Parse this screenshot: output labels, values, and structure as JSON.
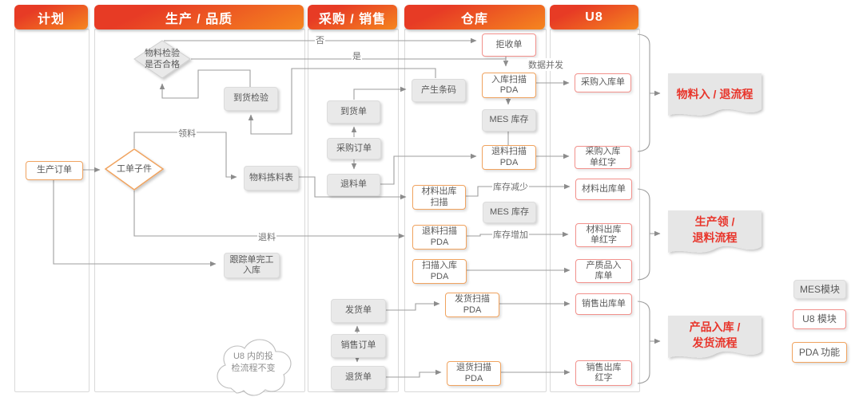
{
  "lanes": [
    {
      "id": "plan",
      "label": "计划"
    },
    {
      "id": "production_quality",
      "label": "生产 / 品质"
    },
    {
      "id": "purchase_sales",
      "label": "采购 / 销售"
    },
    {
      "id": "warehouse",
      "label": "仓库"
    },
    {
      "id": "u8",
      "label": "U8"
    }
  ],
  "nodes": {
    "production_order": {
      "label": "生产订单"
    },
    "work_order_parts": {
      "label": "工单子件"
    },
    "material_inspection": {
      "label": "物料检验\n是否合格"
    },
    "arrival_inspection": {
      "label": "到货检验"
    },
    "material_picking_list": {
      "label": "物料拣料表"
    },
    "tracking_completion": {
      "label": "跟踪单完工\n入库"
    },
    "cloud_note": {
      "label": "U8 内的投\n检流程不变"
    },
    "arrival_note": {
      "label": "到货单"
    },
    "purchase_order": {
      "label": "采购订单"
    },
    "material_return_note": {
      "label": "退料单"
    },
    "delivery_note": {
      "label": "发货单"
    },
    "sales_order": {
      "label": "销售订单"
    },
    "sales_return_note": {
      "label": "退货单"
    },
    "reject_note": {
      "label": "拒收单"
    },
    "generate_barcode": {
      "label": "产生条码"
    },
    "inbound_scan_pda": {
      "label": "入库扫描\nPDA"
    },
    "mes_inventory_1": {
      "label": "MES 库存"
    },
    "return_scan_pda_1": {
      "label": "退料扫描\nPDA"
    },
    "material_outbound_scan": {
      "label": "材料出库\n扫描"
    },
    "mes_inventory_2": {
      "label": "MES 库存"
    },
    "return_scan_pda_2": {
      "label": "退料扫描\nPDA"
    },
    "scan_inbound_pda": {
      "label": "扫描入库\nPDA"
    },
    "delivery_scan_pda": {
      "label": "发货扫描\nPDA"
    },
    "sales_return_scan_pda": {
      "label": "退货扫描\nPDA"
    },
    "purchase_inbound_note": {
      "label": "采购入库单"
    },
    "purchase_inbound_red": {
      "label": "采购入库\n单红字"
    },
    "material_outbound_note": {
      "label": "材料出库单"
    },
    "material_outbound_red": {
      "label": "材料出库\n单红字"
    },
    "finished_goods_inbound": {
      "label": "产质品入\n库单"
    },
    "sales_outbound_note": {
      "label": "销售出库单"
    },
    "sales_outbound_red": {
      "label": "销售出库\n红字"
    }
  },
  "edge_labels": {
    "no": "否",
    "yes": "是",
    "data_concurrent": "数据并发",
    "pick_material": "领料",
    "return_material": "退料",
    "inventory_decrease": "库存减少",
    "inventory_increase": "库存增加"
  },
  "flags": [
    {
      "label": "物料入 / 退流程"
    },
    {
      "label": "生产领 /\n退料流程"
    },
    {
      "label": "产品入库 /\n发货流程"
    }
  ],
  "legend": [
    {
      "label": "MES模块",
      "style": "mes"
    },
    {
      "label": "U8 模块",
      "style": "u8"
    },
    {
      "label": "PDA 功能",
      "style": "pda"
    }
  ],
  "colors": {
    "header_gradient_start": "#E73B25",
    "header_gradient_end": "#F5861F",
    "orange_border": "#F0A35F",
    "red_border": "#F2918C",
    "gray_fill": "#E9E9E9",
    "flag_text": "#E8352B",
    "connector": "#9E9E9E"
  }
}
